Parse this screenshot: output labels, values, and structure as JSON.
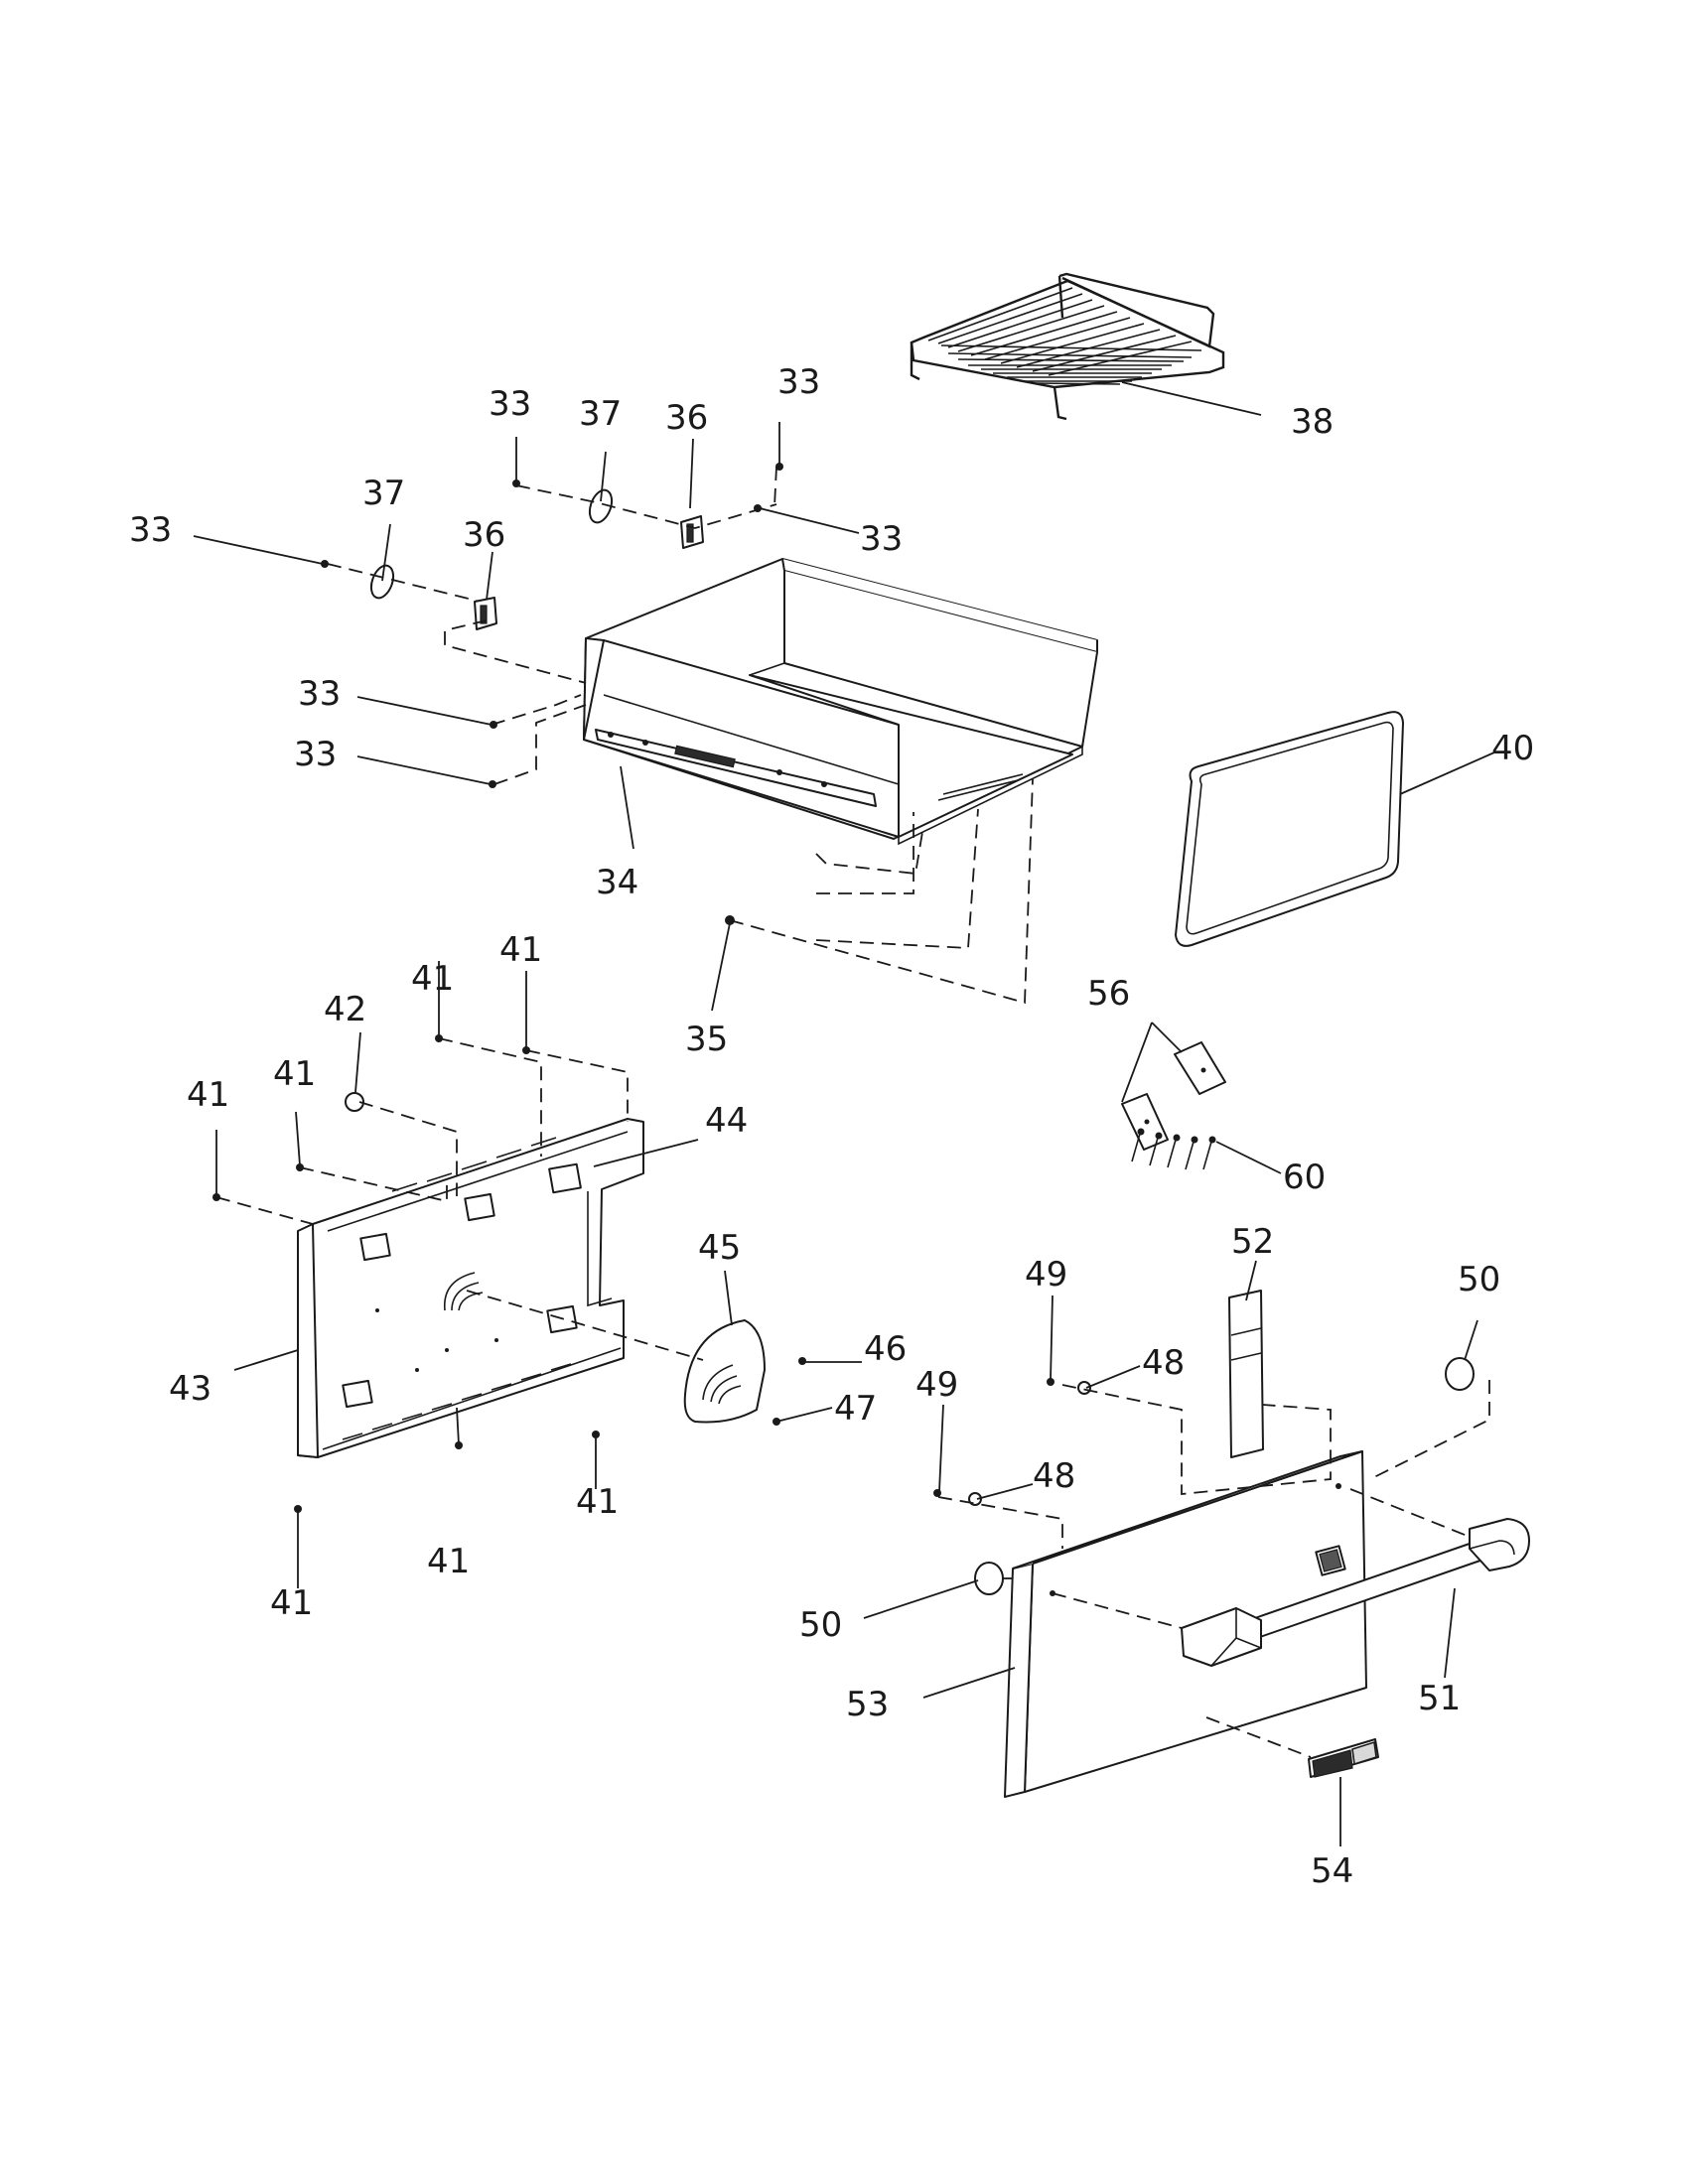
{
  "diagram": {
    "callouts": {
      "c33a": "33",
      "c33b": "33",
      "c33c": "33",
      "c33d": "33",
      "c33e": "33",
      "c33f": "33",
      "c34": "34",
      "c35": "35",
      "c36a": "36",
      "c36b": "36",
      "c37a": "37",
      "c37b": "37",
      "c38": "38",
      "c40": "40",
      "c41a": "41",
      "c41b": "41",
      "c41c": "41",
      "c41d": "41",
      "c41e": "41",
      "c41f": "41",
      "c41g": "41",
      "c42": "42",
      "c43": "43",
      "c44": "44",
      "c45": "45",
      "c46": "46",
      "c47": "47",
      "c48a": "48",
      "c48b": "48",
      "c49a": "49",
      "c49b": "49",
      "c50a": "50",
      "c50b": "50",
      "c51": "51",
      "c52": "52",
      "c53": "53",
      "c54": "54",
      "c56": "56",
      "c60": "60"
    },
    "colors": {
      "line": "#1a1a1a",
      "background": "#ffffff"
    }
  }
}
